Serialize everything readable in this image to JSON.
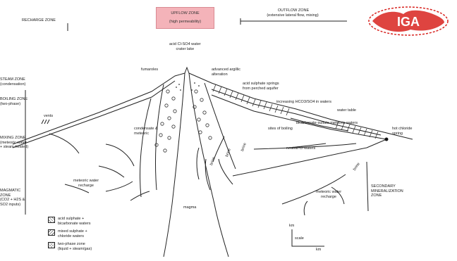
{
  "header": {
    "left_zone": "RECHARGE ZONE",
    "center_zone_line1": "UPFLOW ZONE",
    "center_zone_line2": "(high permeability)",
    "right_zone_line1": "OUTFLOW ZONE",
    "right_zone_line2": "(extensive lateral flow, mixing)"
  },
  "logo": {
    "text": "IGA",
    "color": "#d8231f",
    "icon": "globe-logo"
  },
  "left_margin_labels": [
    "STEAM ZONE\n(condensation)",
    "BOILING ZONE\n(two-phase)",
    "MIXING ZONE\n(meteoric water\n+ steam-heated)",
    "MAGMATIC\nZONE\n(CO2 + H2S &\nSO2 inputs)"
  ],
  "volcano_labels": {
    "summit": "acid Cl-SO4 water\ncrater lake",
    "fumaroles": "fumaroles",
    "advanced_argillic": "advanced argillic\nalteration",
    "acid_sulphate_springs": "acid sulphate springs\nfrom perched aquifer",
    "hco3": "increasing HCO3/SO4 in waters",
    "water_table": "water table",
    "bicarbonate": "bicarbonate-sulfate meteoric waters",
    "boiling": "sites of boiling",
    "neutral_chloride": "neutral Cl waters",
    "chloride_spring": "hot chloride\nspring",
    "condensate": "condensate &\nmeteoric",
    "vents": "vents",
    "magma": "magma",
    "meteoric_recharge": "meteoric water\nrecharge",
    "meteoric_recharge_right": "meteoric water\nrecharge",
    "secondary_mineralization": "SECONDARY\nMINERALIZATION\nZONE",
    "flow_left_a": "brine",
    "flow_mid_a": "brine",
    "flow_mid_b": "brine",
    "flow_right": "brine"
  },
  "legend": [
    {
      "icon": "acid-sulphate-pattern-icon",
      "label": "acid sulphate +\nbicarbonate waters"
    },
    {
      "icon": "mixed-sulphate-pattern-icon",
      "label": "mixed sulphate +\nchloride waters"
    },
    {
      "icon": "two-phase-pattern-icon",
      "label": "two-phase zone\n(liquid + steam/gas)"
    }
  ],
  "scale": {
    "vertical": "km",
    "mark1": "scale",
    "mark2": "km"
  }
}
